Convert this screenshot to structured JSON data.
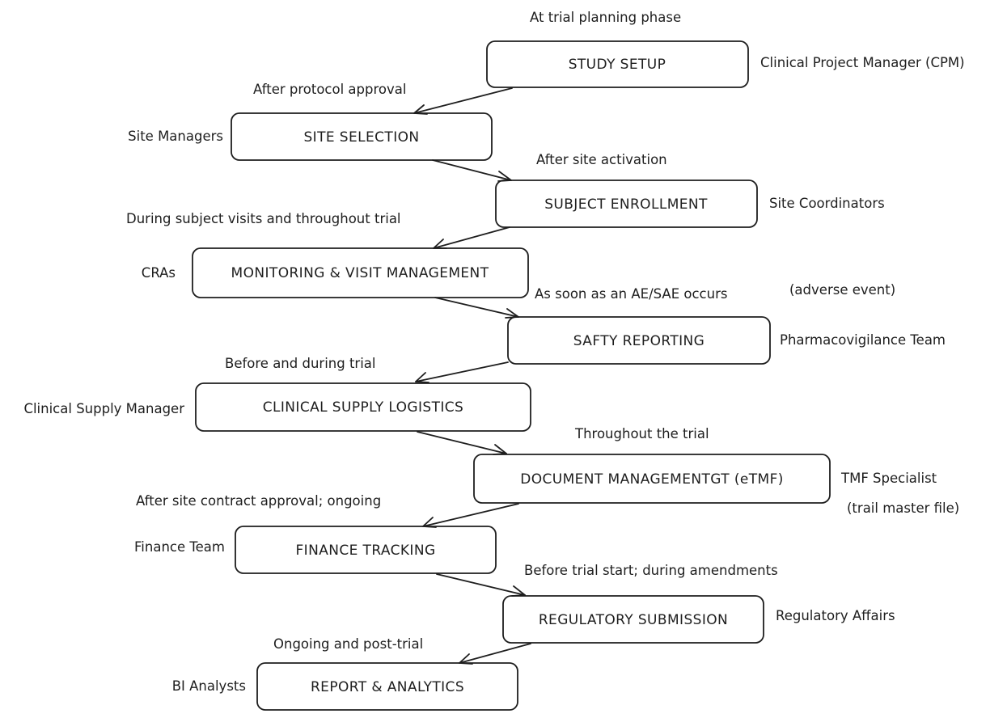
{
  "steps": [
    {
      "label": "STUDY SETUP",
      "timing": "At trial planning phase",
      "owner": "Clinical Project Manager (CPM)"
    },
    {
      "label": "SITE SELECTION",
      "timing": "After protocol approval",
      "owner": "Site Managers"
    },
    {
      "label": "SUBJECT ENROLLMENT",
      "timing": "After site activation",
      "owner": "Site Coordinators"
    },
    {
      "label": "MONITORING & VISIT MANAGEMENT",
      "timing": "During subject visits and throughout trial",
      "owner": "CRAs"
    },
    {
      "label": "SAFTY REPORTING",
      "timing": "As soon as an AE/SAE occurs",
      "timing_note": "(adverse event)",
      "owner": "Pharmacovigilance Team"
    },
    {
      "label": "CLINICAL SUPPLY LOGISTICS",
      "timing": "Before and during trial",
      "owner": "Clinical Supply Manager"
    },
    {
      "label": "DOCUMENT MANAGEMENTGT (eTMF)",
      "timing": "Throughout the trial",
      "owner": "TMF Specialist",
      "owner_note": "(trail master file)"
    },
    {
      "label": "FINANCE TRACKING",
      "timing": "After site contract approval; ongoing",
      "owner": "Finance Team"
    },
    {
      "label": "REGULATORY SUBMISSION",
      "timing": "Before trial start; during amendments",
      "owner": "Regulatory Affairs"
    },
    {
      "label": "REPORT & ANALYTICS",
      "timing": "Ongoing and post-trial",
      "owner": "BI Analysts"
    }
  ]
}
